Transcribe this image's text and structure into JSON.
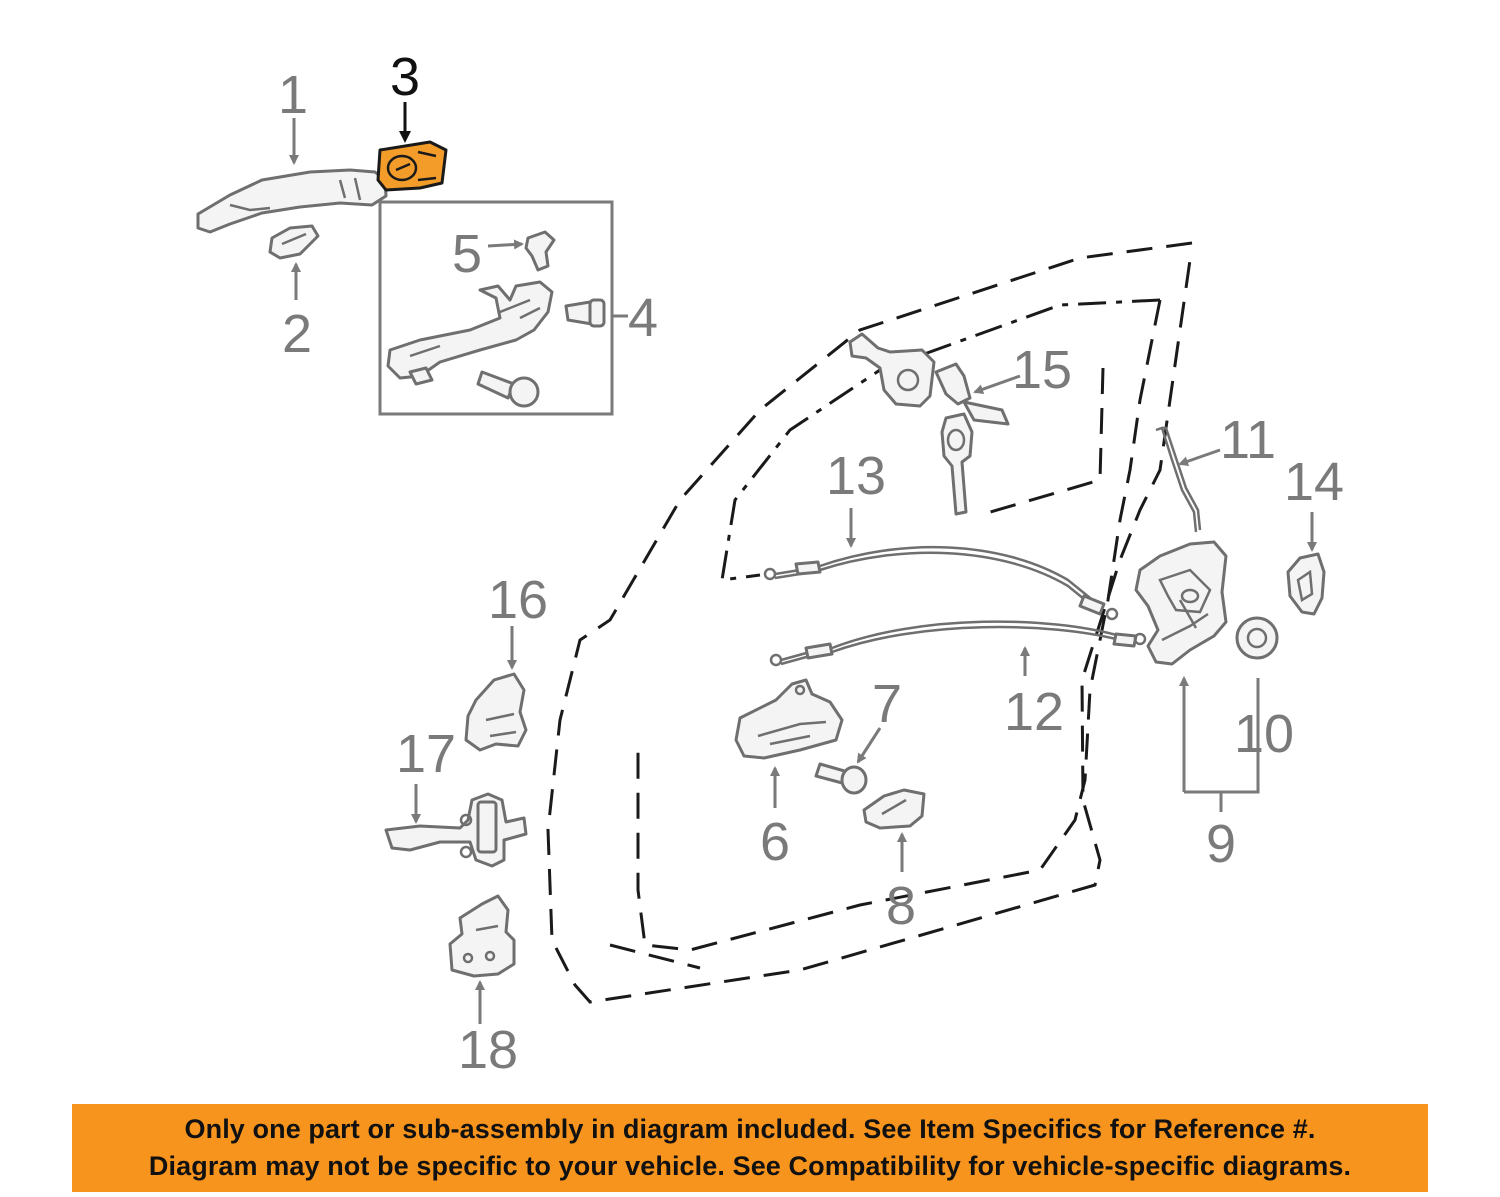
{
  "diagram": {
    "callouts": {
      "c1": "1",
      "c2": "2",
      "c3": "3",
      "c4": "4",
      "c5": "5",
      "c6": "6",
      "c7": "7",
      "c8": "8",
      "c9": "9",
      "c10": "10",
      "c11": "11",
      "c12": "12",
      "c13": "13",
      "c14": "14",
      "c15": "15",
      "c16": "16",
      "c17": "17",
      "c18": "18"
    },
    "highlighted_part": "3",
    "colors": {
      "highlight": "#f39c2a",
      "banner": "#f7941d",
      "line": "#6f6f6f"
    }
  },
  "banner": {
    "line1": "Only one part or sub-assembly in diagram included. See Item Specifics for Reference #.",
    "line2": "Diagram may not be specific to your vehicle. See Compatibility for vehicle-specific diagrams."
  }
}
